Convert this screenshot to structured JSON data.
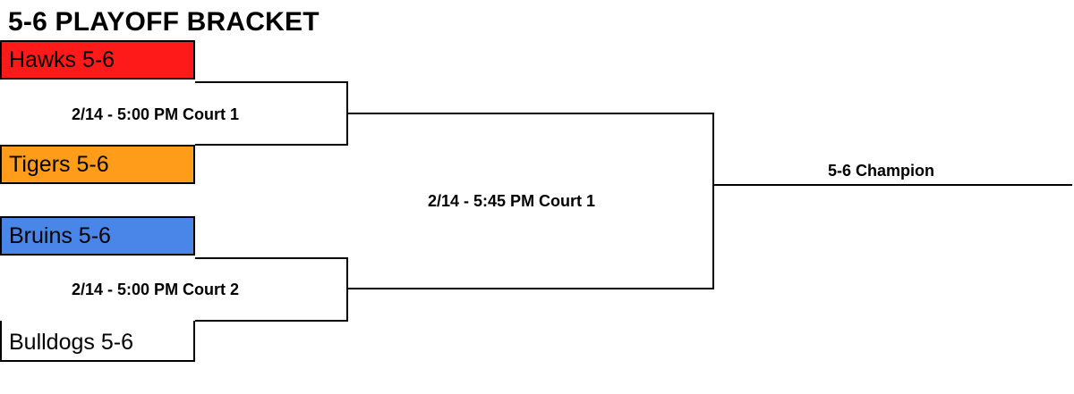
{
  "title": "5-6 PLAYOFF BRACKET",
  "teams": [
    {
      "name": "Hawks 5-6",
      "color": "#ff1a1a"
    },
    {
      "name": "Tigers 5-6",
      "color": "#ff9c1a"
    },
    {
      "name": "Bruins 5-6",
      "color": "#4a86e8"
    },
    {
      "name": "Bulldogs 5-6",
      "color": "#ffffff"
    }
  ],
  "games": {
    "game1": "2/14 - 5:00 PM Court 1",
    "game2": "2/14 - 5:00 PM Court 2",
    "final": "2/14 - 5:45 PM Court 1"
  },
  "champion_label": "5-6 Champion"
}
